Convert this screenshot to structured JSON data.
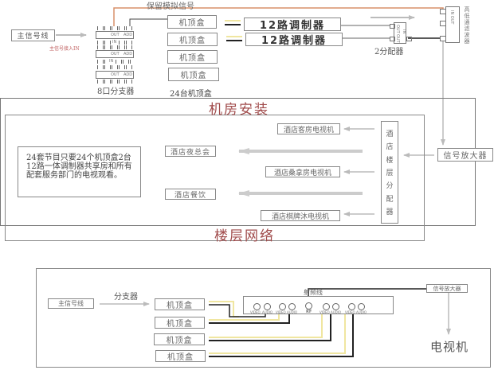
{
  "colors": {
    "line_gray": "#bbbbbb",
    "box_border": "#888888",
    "analog_line": "#d8916a",
    "yellow_wire": "#f0e6a0",
    "black_wire": "#222222",
    "title_red": "#a04a4a"
  },
  "top": {
    "reserve_analog": "保留模拟信号",
    "main_line": "主信号线",
    "main_in": "主信号接入IN",
    "splitter8": "8口分支器",
    "splitter_labels": {
      "out": "OUT",
      "add": "ADD",
      "in": "IN"
    },
    "stbs": [
      "机顶盒",
      "机顶盒",
      "机顶盒",
      "机顶盒"
    ],
    "stb_count": "24台机顶盒",
    "modulators": [
      "12路调制器",
      "12路调制器"
    ],
    "splitter2": "2分配器",
    "splitter2_ports": {
      "out": "OUT",
      "in": "IN"
    },
    "filter": "高低通滤波器",
    "filter_ports": "IN OUT"
  },
  "room": {
    "title": "机房安装",
    "note": "24套节目只要24个机顶盒2台12路一体调制器共享房和所有配套服务部门的电视观看。",
    "nightclub": "酒店夜总会",
    "dining": "酒店餐饮",
    "guest_tv": "酒店客房电视机",
    "sauna_tv": "酒店桑拿房电视机",
    "chess_tv": "酒店棋牌沐电视机",
    "floor_distributor": [
      "酒",
      "店",
      "楼",
      "层",
      "分",
      "配",
      "器"
    ],
    "amplifier": "信号放大器"
  },
  "floor": {
    "title": "楼层网络"
  },
  "bottom": {
    "main_line": "主信号线",
    "splitter": "分支器",
    "stbs": [
      "机顶盒",
      "机顶盒",
      "机顶盒",
      "机顶盒"
    ],
    "rf_cable": "射频线",
    "port_labels": [
      "VIDEO",
      "AUDIO",
      "VIDEO",
      "AUDIO",
      "RF",
      "VIDEO",
      "AUDIO",
      "VIDEO",
      "AUDIO"
    ],
    "amplifier": "信号放大器",
    "tv": "电视机"
  }
}
